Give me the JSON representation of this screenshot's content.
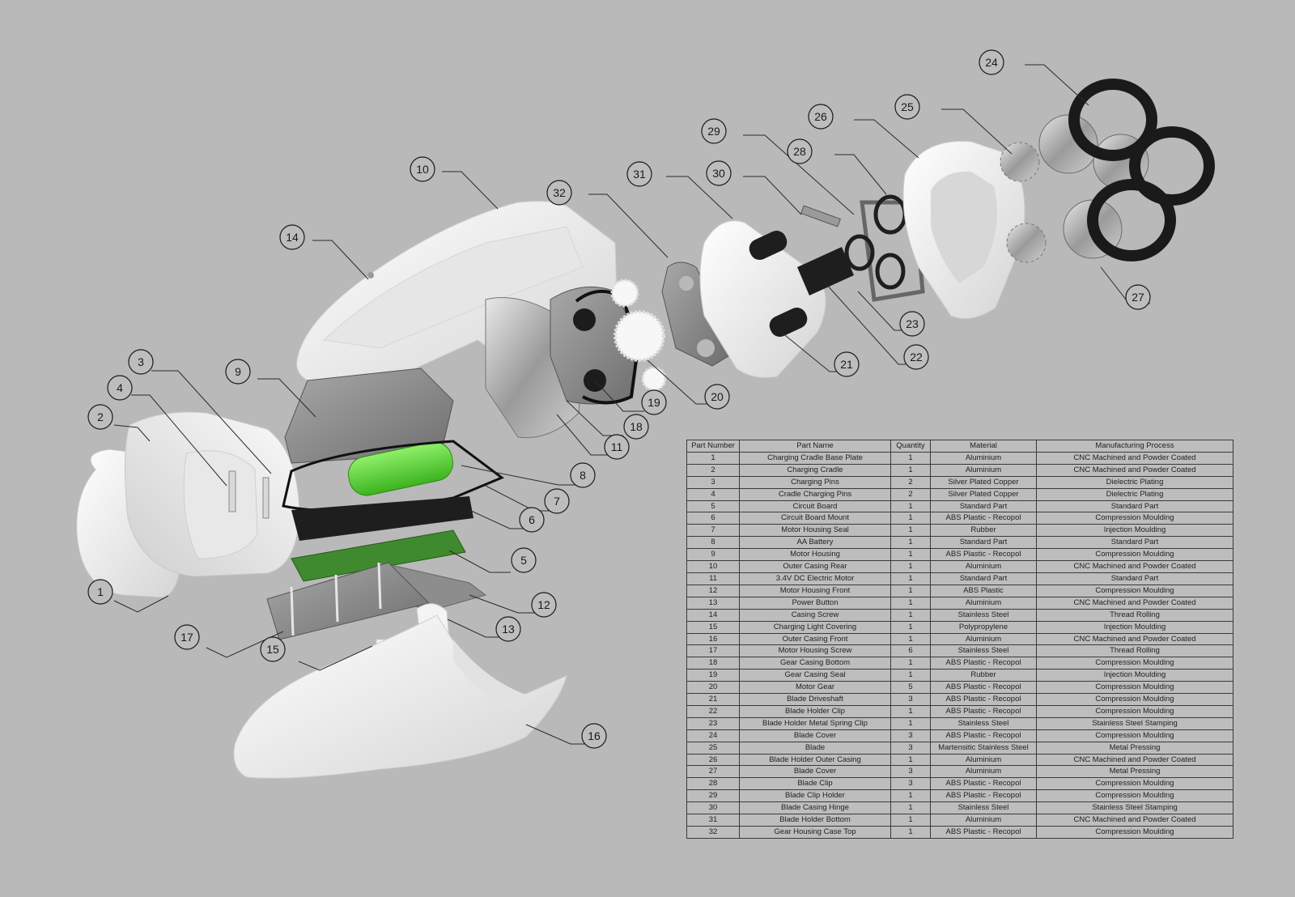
{
  "table": {
    "headers": [
      "Part Number",
      "Part Name",
      "Quantity",
      "Material",
      "Manufacturing Process"
    ],
    "rows": [
      [
        "1",
        "Charging Cradle Base Plate",
        "1",
        "Aluminium",
        "CNC Machined and Powder Coated"
      ],
      [
        "2",
        "Charging Cradle",
        "1",
        "Aluminium",
        "CNC Machined and Powder Coated"
      ],
      [
        "3",
        "Charging Pins",
        "2",
        "Silver Plated Copper",
        "Dielectric Plating"
      ],
      [
        "4",
        "Cradle Charging Pins",
        "2",
        "Silver Plated Copper",
        "Dielectric Plating"
      ],
      [
        "5",
        "Circuit Board",
        "1",
        "Standard Part",
        "Standard Part"
      ],
      [
        "6",
        "Circuit Board Mount",
        "1",
        "ABS Plastic - Recopol",
        "Compression Moulding"
      ],
      [
        "7",
        "Motor Housing Seal",
        "1",
        "Rubber",
        "Injection Moulding"
      ],
      [
        "8",
        "AA Battery",
        "1",
        "Standard Part",
        "Standard Part"
      ],
      [
        "9",
        "Motor Housing",
        "1",
        "ABS Plastic - Recopol",
        "Compression Moulding"
      ],
      [
        "10",
        "Outer Casing Rear",
        "1",
        "Aluminium",
        "CNC Machined and Powder Coated"
      ],
      [
        "11",
        "3.4V DC Electric Motor",
        "1",
        "Standard Part",
        "Standard Part"
      ],
      [
        "12",
        "Motor Housing Front",
        "1",
        "ABS Plastic",
        "Compression Moulding"
      ],
      [
        "13",
        "Power Button",
        "1",
        "Aluminium",
        "CNC Machined and Powder Coated"
      ],
      [
        "14",
        "Casing Screw",
        "1",
        "Stainless Steel",
        "Thread Rolling"
      ],
      [
        "15",
        "Charging Light Covering",
        "1",
        "Polypropylene",
        "Injection Moulding"
      ],
      [
        "16",
        "Outer Casing Front",
        "1",
        "Aluminium",
        "CNC Machined and Powder Coated"
      ],
      [
        "17",
        "Motor Housing Screw",
        "6",
        "Stainless Steel",
        "Thread Rolling"
      ],
      [
        "18",
        "Gear Casing Bottom",
        "1",
        "ABS Plastic - Recopol",
        "Compression Moulding"
      ],
      [
        "19",
        "Gear Casing Seal",
        "1",
        "Rubber",
        "Injection Moulding"
      ],
      [
        "20",
        "Motor Gear",
        "5",
        "ABS Plastic - Recopol",
        "Compression Moulding"
      ],
      [
        "21",
        "Blade Driveshaft",
        "3",
        "ABS Plastic - Recopol",
        "Compression Moulding"
      ],
      [
        "22",
        "Blade Holder Clip",
        "1",
        "ABS Plastic - Recopol",
        "Compression Moulding"
      ],
      [
        "23",
        "Blade Holder Metal Spring Clip",
        "1",
        "Stainless Steel",
        "Stainless Steel Stamping"
      ],
      [
        "24",
        "Blade Cover",
        "3",
        "ABS Plastic - Recopol",
        "Compression Moulding"
      ],
      [
        "25",
        "Blade",
        "3",
        "Martensitic Stainless Steel",
        "Metal Pressing"
      ],
      [
        "26",
        "Blade Holder Outer Casing",
        "1",
        "Aluminium",
        "CNC Machined and Powder Coated"
      ],
      [
        "27",
        "Blade Cover",
        "3",
        "Aluminium",
        "Metal Pressing"
      ],
      [
        "28",
        "Blade Clip",
        "3",
        "ABS Plastic - Recopol",
        "Compression Moulding"
      ],
      [
        "29",
        "Blade Clip Holder",
        "1",
        "ABS Plastic - Recopol",
        "Compression Moulding"
      ],
      [
        "30",
        "Blade Casing Hinge",
        "1",
        "Stainless Steel",
        "Stainless Steel Stamping"
      ],
      [
        "31",
        "Blade Holder Bottom",
        "1",
        "Aluminium",
        "CNC Machined and Powder Coated"
      ],
      [
        "32",
        "Gear Housing Case Top",
        "1",
        "ABS Plastic - Recopol",
        "Compression Moulding"
      ]
    ]
  },
  "callouts": [
    "1",
    "2",
    "3",
    "4",
    "5",
    "6",
    "7",
    "8",
    "9",
    "10",
    "11",
    "12",
    "13",
    "14",
    "15",
    "16",
    "17",
    "18",
    "19",
    "20",
    "21",
    "22",
    "23",
    "24",
    "25",
    "26",
    "27",
    "28",
    "29",
    "30",
    "31",
    "32"
  ],
  "colors": {
    "background": "#b9b9b9",
    "part_white": "#f2f2f2",
    "part_grey": "#8c8c8c",
    "part_dark": "#1e1e1e",
    "battery_green": "#5fd23f",
    "pcb_green": "#3f8a2e"
  }
}
